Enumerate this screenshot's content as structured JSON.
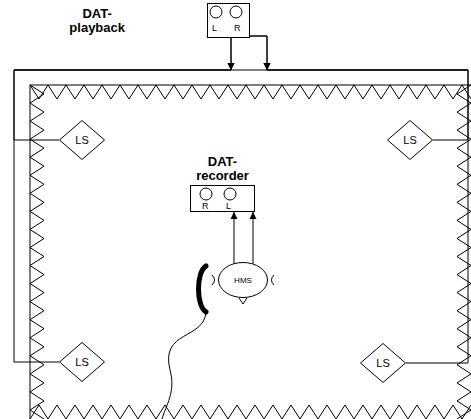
{
  "diagram": {
    "nodes": [
      {
        "text": [
          "DAT- playback",
          "L",
          "R"
        ]
      },
      {
        "text": [
          "LS"
        ]
      },
      {
        "text": [
          "LS"
        ]
      },
      {
        "text": [
          "DAT- recorder",
          "R",
          "L"
        ]
      },
      {
        "text": [
          "HMS"
        ]
      },
      {
        "text": [
          "LS"
        ]
      },
      {
        "text": [
          "LS"
        ]
      }
    ],
    "edges": [
      {
        "from": 0,
        "to": 1,
        "arrow": "to"
      },
      {
        "from": 0,
        "to": 5,
        "arrow": "to"
      },
      {
        "from": 0,
        "to": 2,
        "arrow": "to"
      },
      {
        "from": 0,
        "to": 6,
        "arrow": "to"
      },
      {
        "from": 4,
        "to": 3,
        "arrow": "to"
      },
      {
        "from": 4,
        "to": 3,
        "arrow": "to"
      }
    ]
  }
}
